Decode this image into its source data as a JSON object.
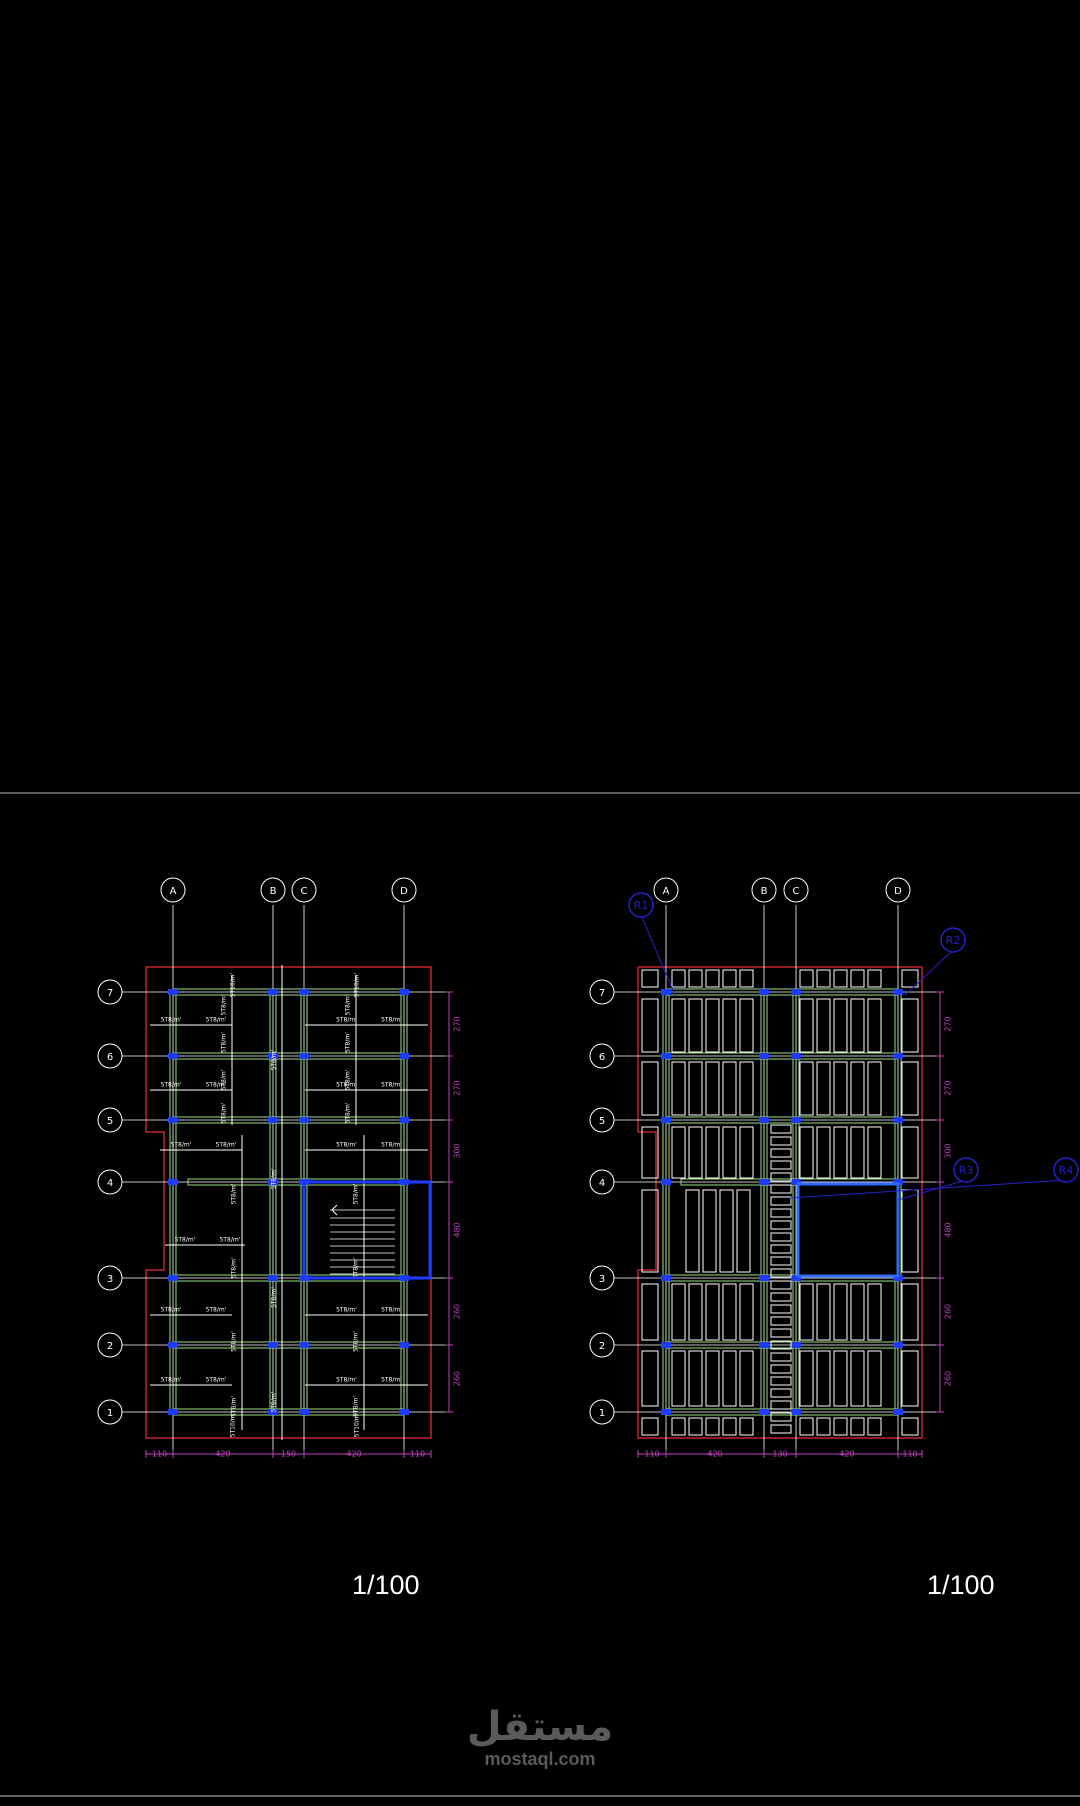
{
  "plans": {
    "left": {
      "scale": "1/100",
      "col_labels": [
        "A",
        "B",
        "C",
        "D"
      ],
      "row_labels": [
        "7",
        "6",
        "5",
        "4",
        "3",
        "2",
        "1"
      ],
      "bottom_dims": [
        "110",
        "420",
        "150",
        "420",
        "110"
      ],
      "side_dims": [
        "270",
        "270",
        "300",
        "480",
        "260",
        "260"
      ],
      "rebar_h": "5T8/m'",
      "rebar_v": "5T8/m'",
      "rebar_long": "5T10/m'"
    },
    "right": {
      "scale": "1/100",
      "col_labels": [
        "A",
        "B",
        "C",
        "D"
      ],
      "row_labels": [
        "7",
        "6",
        "5",
        "4",
        "3",
        "2",
        "1"
      ],
      "bottom_dims": [
        "110",
        "420",
        "130",
        "420",
        "110"
      ],
      "side_dims": [
        "270",
        "270",
        "300",
        "480",
        "260",
        "260"
      ],
      "rib_tags": [
        "R1",
        "R2",
        "R3",
        "R4"
      ]
    }
  },
  "watermark": {
    "mark": "مستقل",
    "url": "mostaql.com"
  },
  "colors": {
    "background": "#000000",
    "grid": "#ffffff",
    "slab_outline": "#c0262d",
    "beam": "#9be07e",
    "column": "#1e3cff",
    "dimension": "#c040c0",
    "rib_tag": "#2222cc"
  }
}
